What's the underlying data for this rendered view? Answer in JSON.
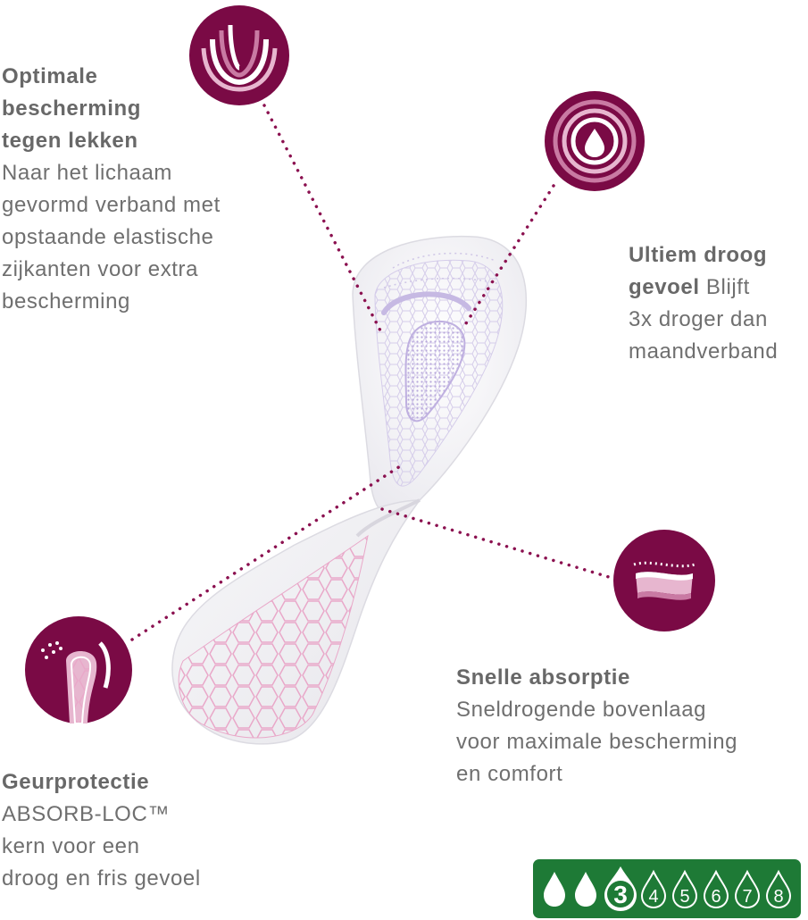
{
  "features": {
    "optimale": {
      "title_lines": [
        "Optimale",
        "bescherming",
        "tegen lekken"
      ],
      "body_lines": [
        "Naar het lichaam",
        "gevormd verband met",
        "opstaande elastische",
        "zijkanten voor extra",
        "bescherming"
      ]
    },
    "droog": {
      "title_line1": "Ultiem droog",
      "title_line2_bold": "gevoel",
      "title_line2_rest": " Blijft",
      "body_lines": [
        "3x droger dan",
        "maandverband"
      ]
    },
    "snelle": {
      "title": "Snelle absorptie",
      "body_lines": [
        "Sneldrogende bovenlaag",
        "voor maximale bescherming",
        "en comfort"
      ]
    },
    "geur": {
      "title": "Geurprotectie",
      "body_lines": [
        "ABSORB-LOC™",
        "kern voor een",
        "droog en fris gevoel"
      ]
    }
  },
  "absorbency": {
    "level": 3,
    "scale_max": 8,
    "level_label": "3",
    "scale_labels": [
      "4",
      "5",
      "6",
      "7",
      "8"
    ]
  },
  "icons": {
    "shield": "leak-protection-icon",
    "drop": "dry-feel-icon",
    "layers": "absorption-layer-icon",
    "core": "odor-core-icon"
  },
  "colors": {
    "brand": "#7a0a45",
    "dotted_line": "#8b1150",
    "pattern": "#c9bfe3",
    "pattern_pink": "#e6a9c8",
    "badge": "#1e7a36",
    "text": "#6f6f6f"
  }
}
